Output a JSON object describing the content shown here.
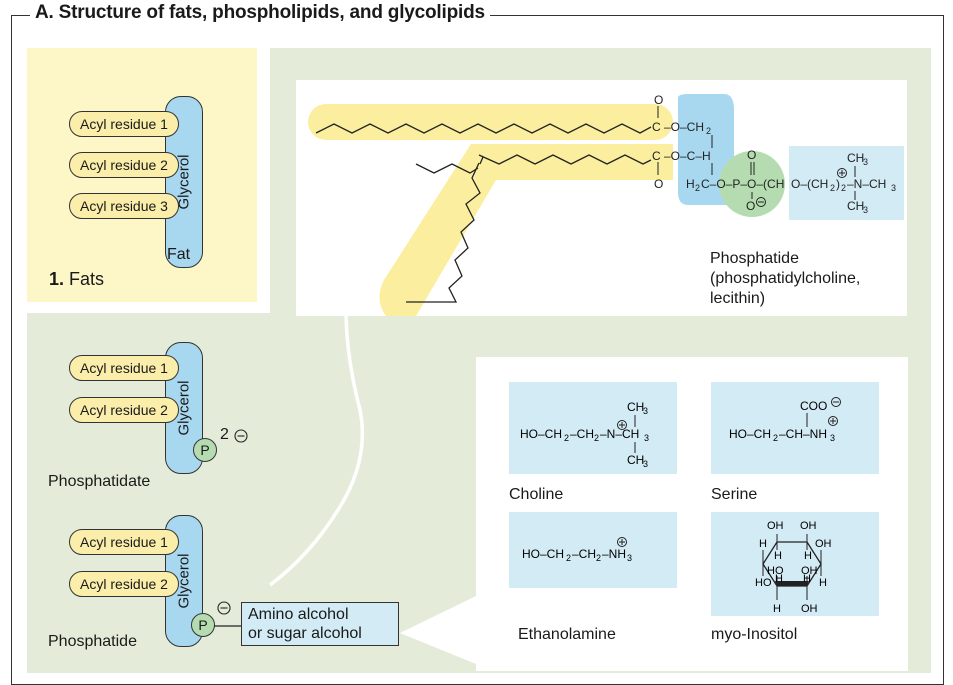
{
  "title": "A. Structure of fats, phospholipids, and glycolipids",
  "fats": {
    "acyl": [
      "Acyl residue 1",
      "Acyl residue 2",
      "Acyl residue 3"
    ],
    "glycerol": "Glycerol",
    "fat_label": "Fat",
    "section_number": "1.",
    "section_label": "Fats"
  },
  "phosphatidate": {
    "acyl": [
      "Acyl residue 1",
      "Acyl residue 2"
    ],
    "glycerol": "Glycerol",
    "p": "P",
    "charge": "2",
    "label": "Phosphatidate"
  },
  "phosphatide": {
    "acyl": [
      "Acyl residue 1",
      "Acyl residue 2"
    ],
    "glycerol": "Glycerol",
    "p": "P",
    "box_line1": "Amino alcohol",
    "box_line2": "or sugar alcohol",
    "label": "Phosphatide"
  },
  "structure": {
    "label_line1": "Phosphatide",
    "label_line2": "(phosphatidylcholine,",
    "label_line3": "lecithin)"
  },
  "alcohols": {
    "choline": "Choline",
    "serine": "Serine",
    "ethanolamine": "Ethanolamine",
    "inositol": "myo-Inositol"
  },
  "colors": {
    "yellow_panel": "#fdf6c6",
    "green_panel": "#e4ecd9",
    "acyl": "#fbeeaa",
    "glycerol": "#a8d8f0",
    "phosphate": "#b5dcb0",
    "chem_box": "#d3ebf5"
  }
}
